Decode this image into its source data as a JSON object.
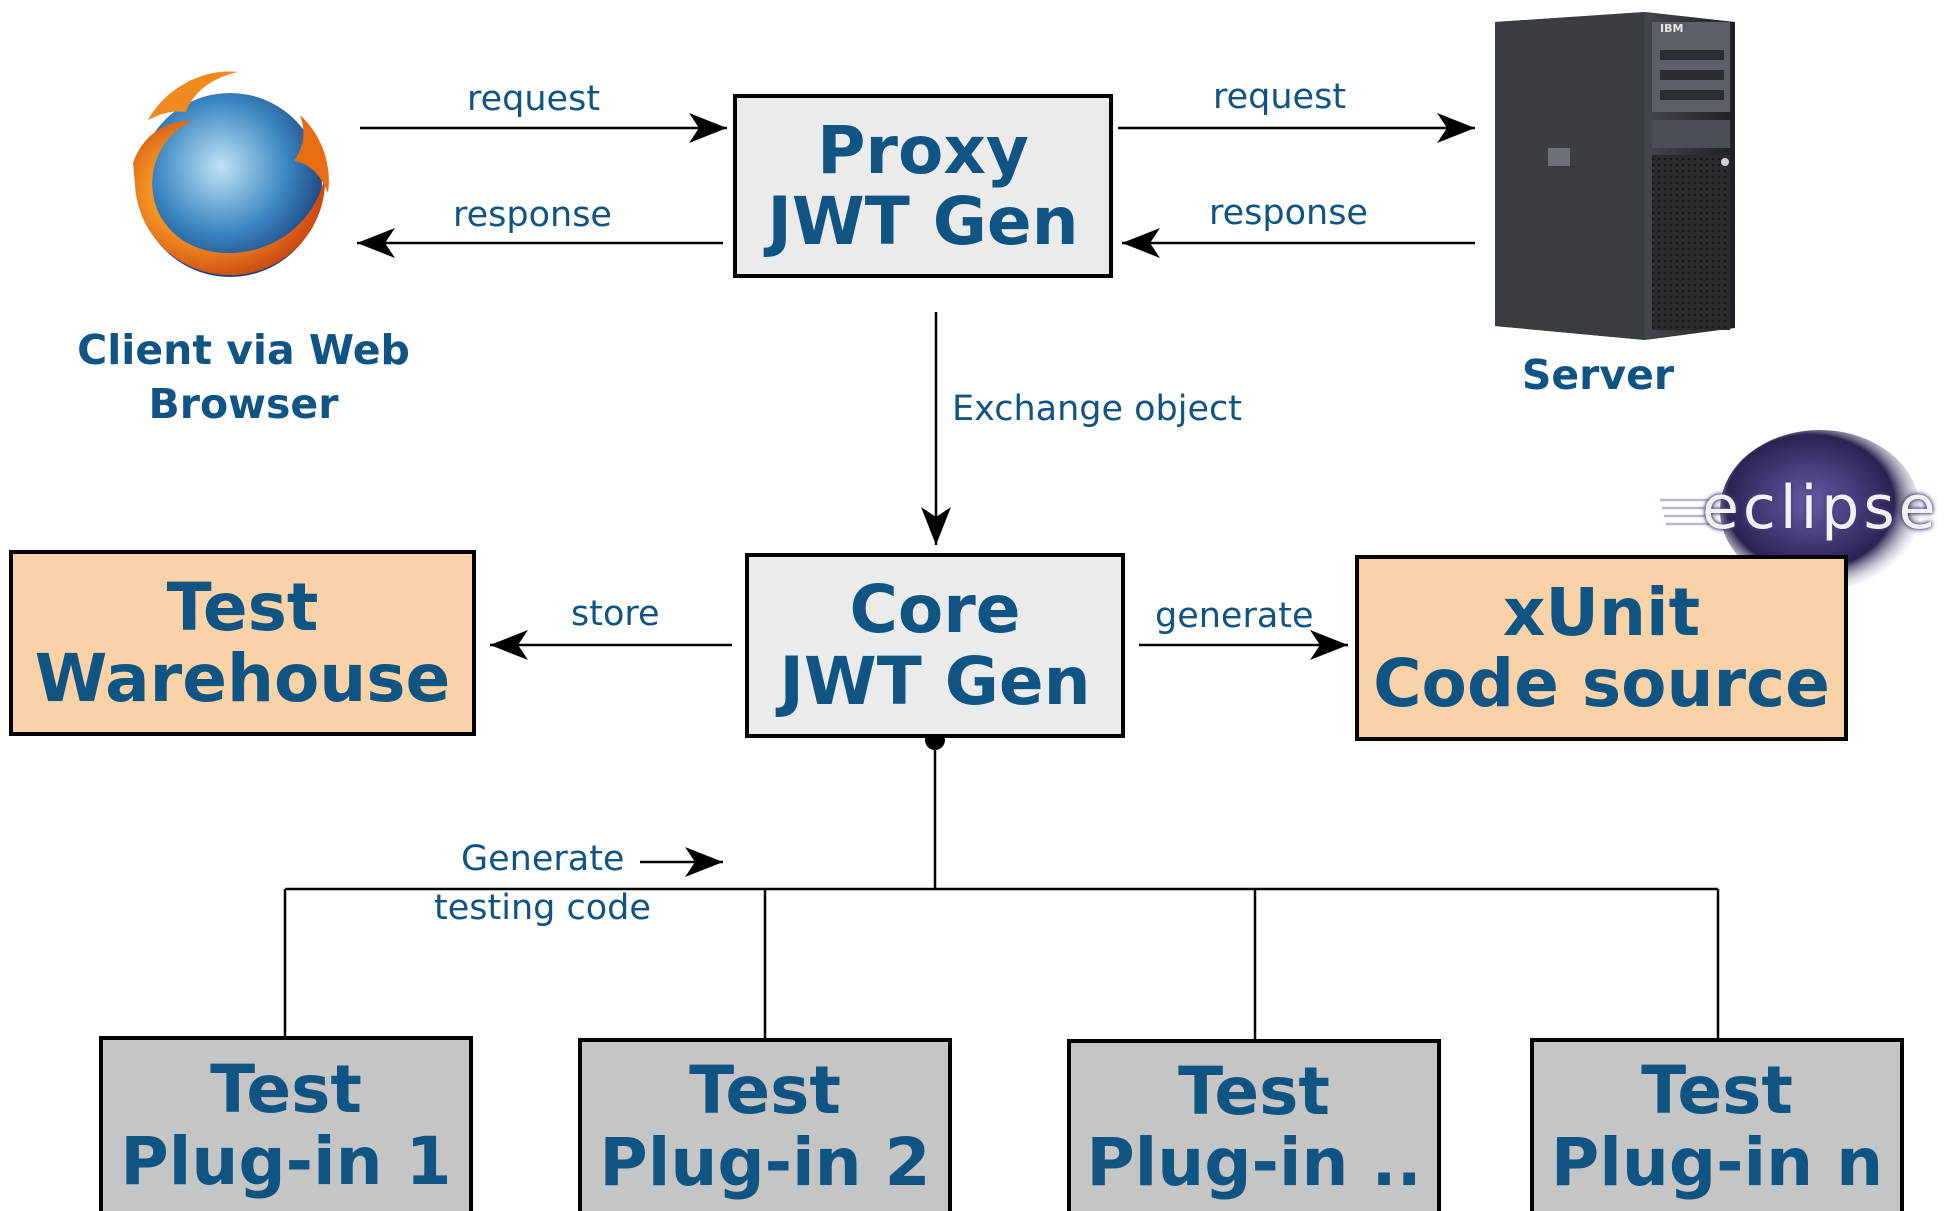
{
  "nodes": {
    "proxy": {
      "line1": "Proxy",
      "line2": "JWT Gen"
    },
    "core": {
      "line1": "Core",
      "line2": "JWT Gen"
    },
    "test_warehouse": {
      "line1": "Test",
      "line2": "Warehouse"
    },
    "xunit": {
      "line1": "xUnit",
      "line2": "Code source"
    },
    "plugins": [
      {
        "line1": "Test",
        "line2": "Plug-in 1"
      },
      {
        "line1": "Test",
        "line2": "Plug-in 2"
      },
      {
        "line1": "Test",
        "line2": "Plug-in .."
      },
      {
        "line1": "Test",
        "line2": "Plug-in n"
      }
    ]
  },
  "edges": {
    "client_request": "request",
    "client_response": "response",
    "server_request": "request",
    "server_response": "response",
    "exchange": "Exchange object",
    "store": "store",
    "generate": "generate",
    "generate_testing_line1": "Generate",
    "generate_testing_line2": "testing code"
  },
  "actors": {
    "client_line1": "Client via Web",
    "client_line2": "Browser",
    "server": "Server",
    "server_brand": "IBM"
  },
  "logo": {
    "text": "eclipse"
  },
  "colors": {
    "text_blue": "#0f5483",
    "core_fill": "#ebebeb",
    "orange_fill": "#f9d2a7",
    "plugin_fill": "#c5c5c5"
  }
}
